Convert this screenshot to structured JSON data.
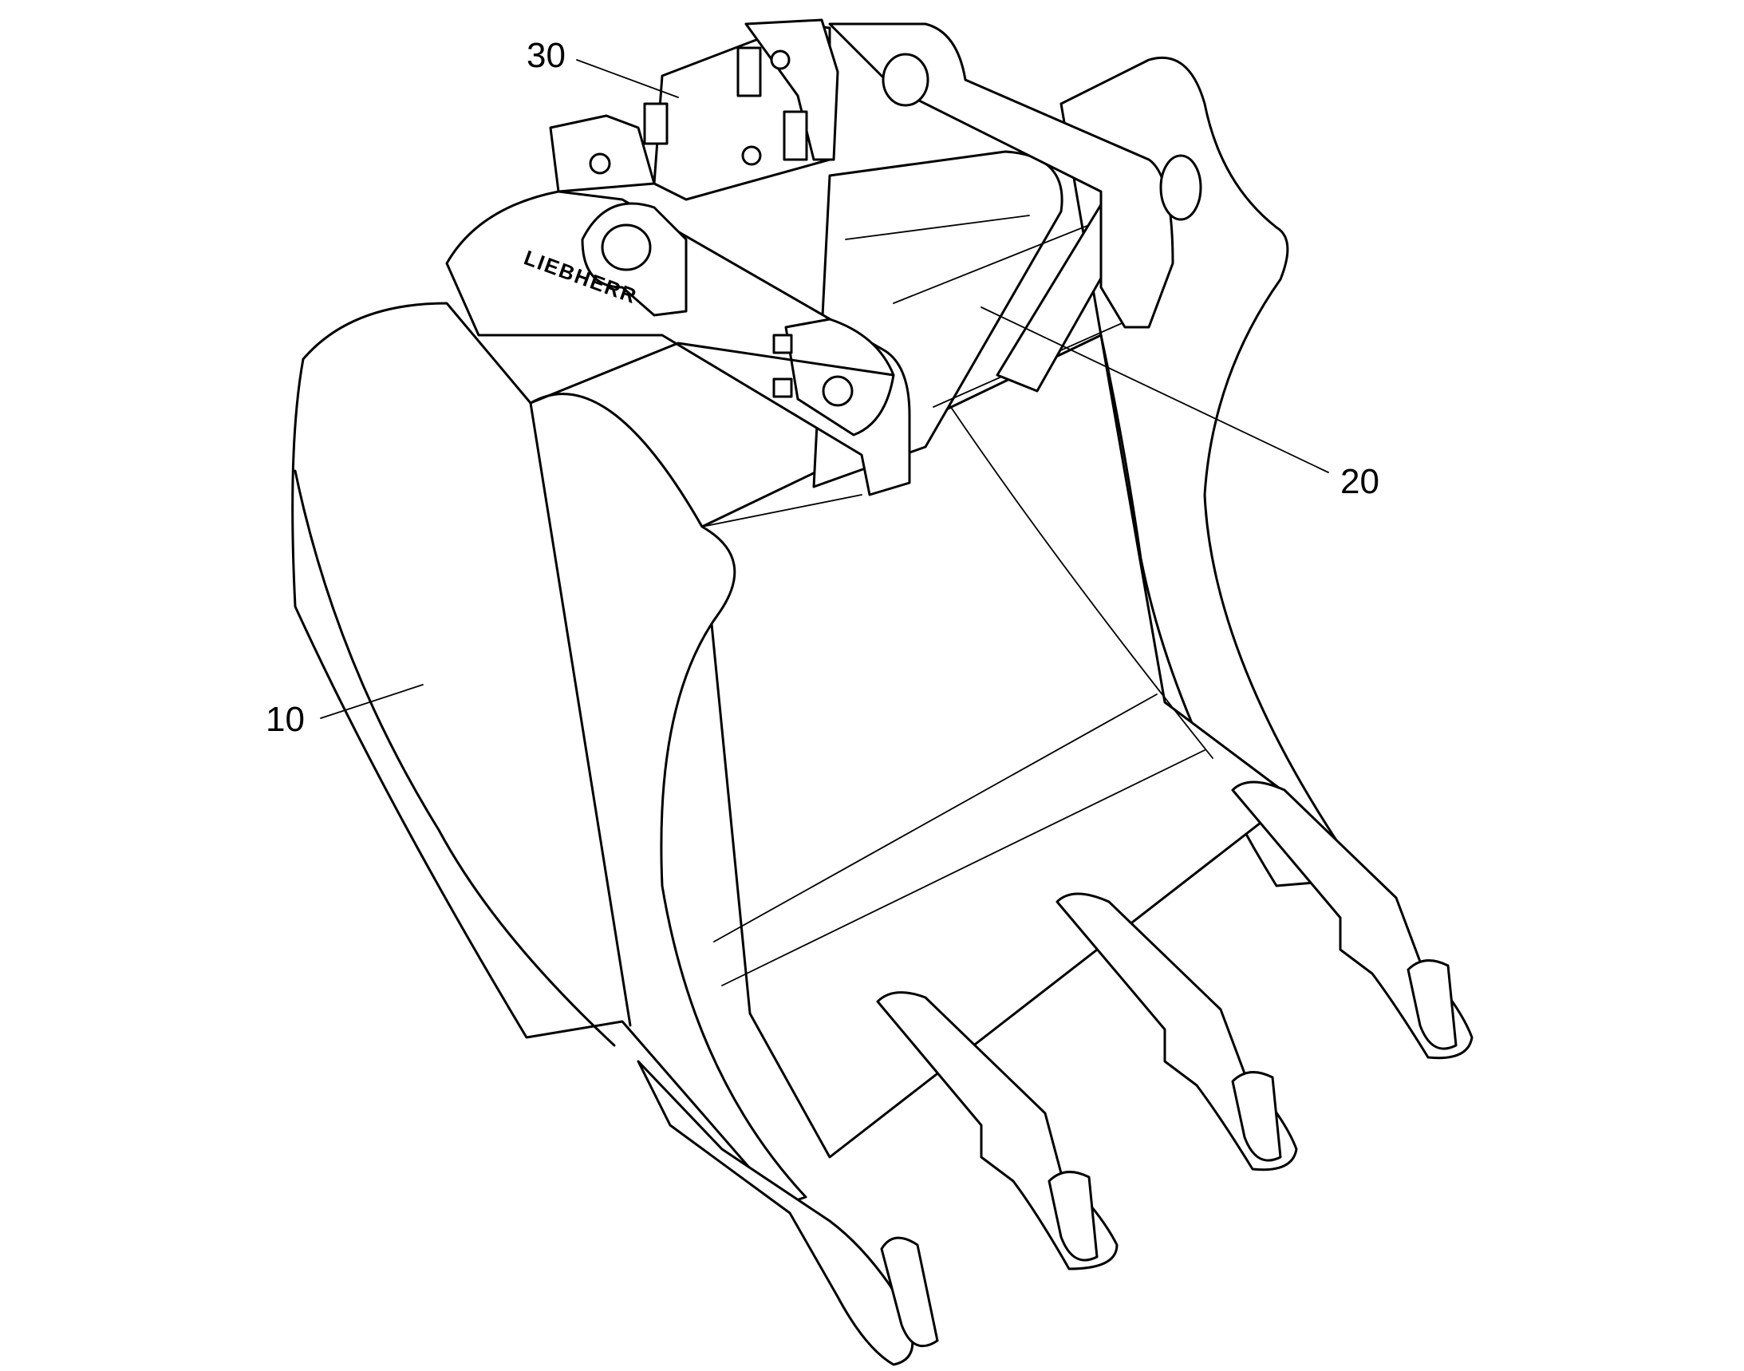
{
  "diagram": {
    "callouts": [
      {
        "id": "10",
        "text": "10"
      },
      {
        "id": "20",
        "text": "20"
      },
      {
        "id": "30",
        "text": "30"
      }
    ],
    "brand_mark": "LIEBHERR"
  }
}
